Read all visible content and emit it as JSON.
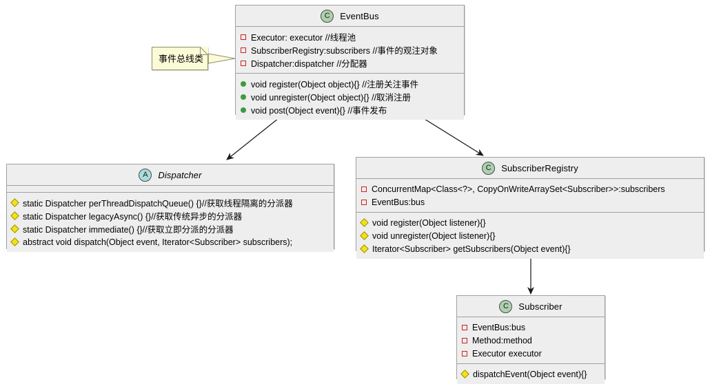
{
  "diagram": {
    "title": "EventBus UML class diagram",
    "background": "#ffffff",
    "box_fill": "#eeeeee",
    "box_border": "#a0a0a0",
    "note_fill": "#fbfbd8",
    "note_border": "#a0a0a0",
    "class_icon_color": "#add1ad",
    "abstract_icon_color": "#a9dcdc",
    "field_marker_color": "#c9211e",
    "public_method_marker_color": "#3f9b3f",
    "package_method_marker_color": "#f2e21e"
  },
  "note": {
    "text": "事件总线类",
    "icon": "note-folded-corner"
  },
  "classes": {
    "eventbus": {
      "name": "EventBus",
      "stereotype": "C",
      "abstract": false,
      "fields": [
        {
          "marker": "field-private",
          "text": "Executor: executor //线程池"
        },
        {
          "marker": "field-private",
          "text": "SubscriberRegistry:subscribers //事件的观注对象"
        },
        {
          "marker": "field-private",
          "text": "Dispatcher:dispatcher //分配器"
        }
      ],
      "methods": [
        {
          "marker": "method-public",
          "text": "void register(Object object){}  //注册关注事件"
        },
        {
          "marker": "method-public",
          "text": "void unregister(Object object){} //取消注册"
        },
        {
          "marker": "method-public",
          "text": "void post(Object event){} //事件发布"
        }
      ]
    },
    "dispatcher": {
      "name": "Dispatcher",
      "stereotype": "A",
      "abstract": true,
      "fields": [],
      "methods": [
        {
          "marker": "method-package",
          "text": "static Dispatcher perThreadDispatchQueue() {}//获取线程隔离的分派器"
        },
        {
          "marker": "method-package",
          "text": "static Dispatcher legacyAsync() {}//获取传统异步的分派器"
        },
        {
          "marker": "method-package",
          "text": "static Dispatcher immediate() {}//获取立即分派的分派器"
        },
        {
          "marker": "method-package",
          "text": "abstract void dispatch(Object event, Iterator<Subscriber> subscribers);"
        }
      ]
    },
    "subscriberregistry": {
      "name": "SubscriberRegistry",
      "stereotype": "C",
      "abstract": false,
      "fields": [
        {
          "marker": "field-private",
          "text": "ConcurrentMap<Class<?>, CopyOnWriteArraySet<Subscriber>>:subscribers"
        },
        {
          "marker": "field-private",
          "text": "EventBus:bus"
        }
      ],
      "methods": [
        {
          "marker": "method-package",
          "text": "void register(Object listener){}"
        },
        {
          "marker": "method-package",
          "text": "void unregister(Object listener){}"
        },
        {
          "marker": "method-package",
          "text": "Iterator<Subscriber> getSubscribers(Object event){}"
        }
      ]
    },
    "subscriber": {
      "name": "Subscriber",
      "stereotype": "C",
      "abstract": false,
      "fields": [
        {
          "marker": "field-private",
          "text": "EventBus:bus"
        },
        {
          "marker": "field-private",
          "text": "Method:method"
        },
        {
          "marker": "field-private",
          "text": "Executor executor"
        }
      ],
      "methods": [
        {
          "marker": "method-package",
          "text": "dispatchEvent(Object event){}"
        }
      ]
    }
  },
  "edges": [
    {
      "from": "eventbus",
      "to": "dispatcher",
      "kind": "association-arrow"
    },
    {
      "from": "eventbus",
      "to": "subscriberregistry",
      "kind": "association-arrow"
    },
    {
      "from": "subscriberregistry",
      "to": "subscriber",
      "kind": "association-arrow"
    },
    {
      "from": "note",
      "to": "eventbus",
      "kind": "note-anchor"
    }
  ]
}
